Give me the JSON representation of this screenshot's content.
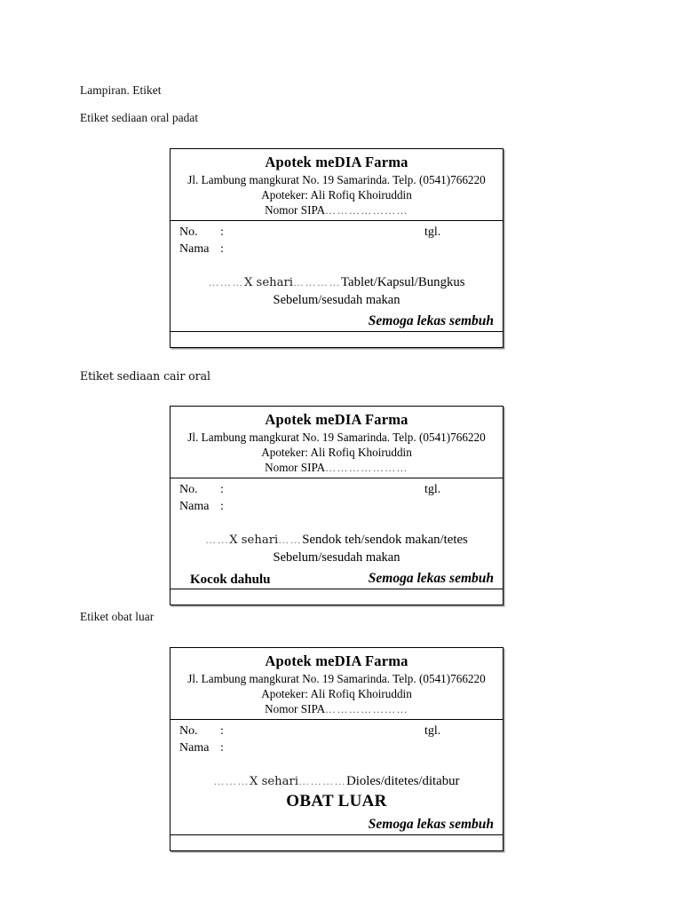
{
  "document": {
    "title": "Lampiran. Etiket"
  },
  "captions": {
    "solid_oral": "Etiket sediaan oral padat",
    "liquid_oral": "Etiket sediaan cair oral",
    "topical": "Etiket obat luar"
  },
  "pharmacy": {
    "name": "Apotek meDIA Farma",
    "address": "Jl. Lambung mangkurat No. 19 Samarinda. Telp. (0541)766220",
    "pharmacist": "Apoteker: Ali Rofiq Khoiruddin",
    "sipa_label": "Nomor SIPA",
    "sipa_dots": "…………………"
  },
  "fields": {
    "no_label": "No.",
    "no_colon": ":",
    "nama_label": "Nama",
    "nama_colon": ":",
    "tgl_label": "tgl."
  },
  "labels": [
    {
      "id": "solid-oral",
      "dose_lead_dots": "………",
      "dose_x_sehari": "X sehari",
      "dose_mid_dots": "…………",
      "dose_form": "Tablet/Kapsul/Bungkus",
      "timing": "Sebelum/sesudah makan",
      "wish": "Semoga lekas sembuh"
    },
    {
      "id": "liquid-oral",
      "dose_lead_dots": "……",
      "dose_x_sehari": "X sehari",
      "dose_mid_dots": "……",
      "dose_form": "Sendok teh/sendok makan/tetes",
      "timing": "Sebelum/sesudah makan",
      "shake_note": "Kocok dahulu",
      "wish": "Semoga lekas sembuh"
    },
    {
      "id": "topical",
      "dose_lead_dots": "………",
      "dose_x_sehari": "X sehari",
      "dose_mid_dots": "…………",
      "dose_form": "Dioles/ditetes/ditabur",
      "external_use": "OBAT LUAR",
      "wish": "Semoga lekas sembuh"
    }
  ],
  "colors": {
    "ink": "#000000",
    "paper": "#ffffff",
    "shadow": "#9a9a9a",
    "dot_leader": "#6b6b6b"
  }
}
